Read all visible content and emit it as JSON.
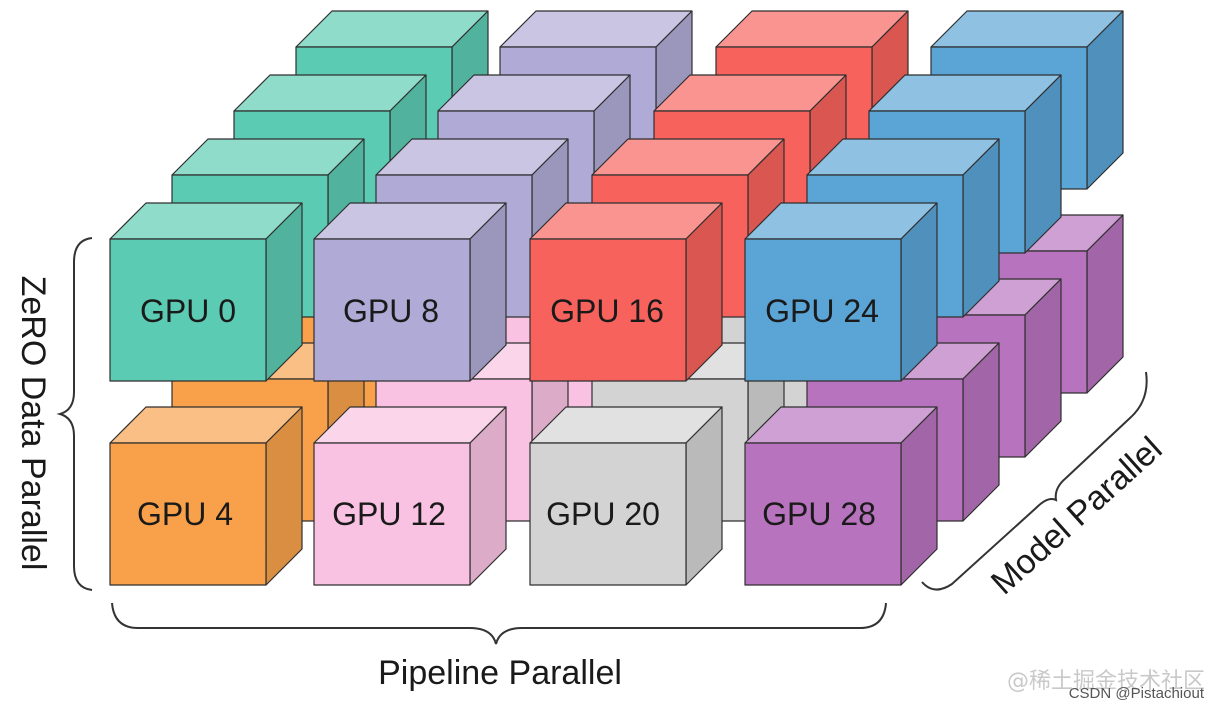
{
  "diagram": {
    "gpu_labels": [
      "GPU 0",
      "GPU 8",
      "GPU 16",
      "GPU 24",
      "GPU 4",
      "GPU 12",
      "GPU 20",
      "GPU 28"
    ],
    "axis_labels": {
      "vertical": "ZeRO Data Parallel",
      "horizontal": "Pipeline Parallel",
      "depth": "Model Parallel"
    },
    "column_colors": {
      "top_row": [
        "#5ccbb3",
        "#b0aad6",
        "#f7625c",
        "#5aa4d6"
      ],
      "bottom_row": [
        "#f8a14a",
        "#f9c2e2",
        "#d3d3d3",
        "#b873be"
      ]
    }
  },
  "watermark": {
    "text": "@稀土掘金技术社区",
    "credit": "CSDN @Pistachiout"
  }
}
